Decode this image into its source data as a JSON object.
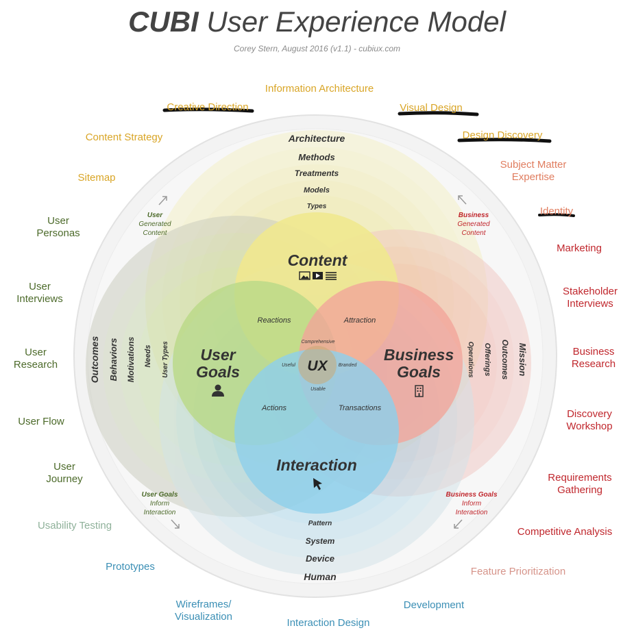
{
  "header": {
    "title_bold": "CUBI",
    "title_rest": "User Experience Model",
    "subtitle": "Corey Stern, August 2016  (v1.1)  - cubiux.com"
  },
  "colors": {
    "content": "#efe88f",
    "user": "#b9d987",
    "business": "#f2a49a",
    "interaction": "#8fd0ea",
    "content_label": "#d9a526",
    "business_label": "#c0272d",
    "user_label": "#4c6a2a",
    "interaction_label": "#3b8fb5"
  },
  "circles": {
    "content": "Content",
    "user_goals_1": "User",
    "user_goals_2": "Goals",
    "business_goals_1": "Business",
    "business_goals_2": "Goals",
    "interaction": "Interaction",
    "ux": "UX"
  },
  "overlaps": {
    "reactions": "Reactions",
    "attraction": "Attraction",
    "actions": "Actions",
    "transactions": "Transactions",
    "comprehensive": "Comprehensive",
    "useful": "Useful",
    "branded": "Branded",
    "usable": "Usable"
  },
  "content_layers": [
    "Architecture",
    "Methods",
    "Treatments",
    "Models",
    "Types"
  ],
  "interaction_layers": [
    "Pattern",
    "System",
    "Device",
    "Human"
  ],
  "user_layers": [
    "Outcomes",
    "Behaviors",
    "Motivations",
    "Needs",
    "User Types"
  ],
  "business_layers": [
    "Operations",
    "Offerings",
    "Outcomes",
    "Mission"
  ],
  "notes": {
    "ugc_1": "User",
    "ugc_2": "Generated",
    "ugc_3": "Content",
    "bgc_1": "Business",
    "bgc_2": "Generated",
    "bgc_3": "Content",
    "ugi_1": "User Goals",
    "ugi_2": "Inform",
    "ugi_3": "Interaction",
    "bgi_1": "Business Goals",
    "bgi_2": "Inform",
    "bgi_3": "Interaction"
  },
  "outer": {
    "information_architecture": "Information Architecture",
    "creative_direction": "Creative Direction",
    "visual_design": "Visual Design",
    "content_strategy": "Content Strategy",
    "design_discovery": "Design Discovery",
    "sitemap": "Sitemap",
    "sme_1": "Subject Matter",
    "sme_2": "Expertise",
    "identity": "Identity",
    "personas_1": "User",
    "personas_2": "Personas",
    "marketing": "Marketing",
    "interviews_1": "User",
    "interviews_2": "Interviews",
    "stakeholder_1": "Stakeholder",
    "stakeholder_2": "Interviews",
    "research_1": "User",
    "research_2": "Research",
    "biz_research_1": "Business",
    "biz_research_2": "Research",
    "user_flow": "User Flow",
    "discovery_1": "Discovery",
    "discovery_2": "Workshop",
    "journey_1": "User",
    "journey_2": "Journey",
    "requirements_1": "Requirements",
    "requirements_2": "Gathering",
    "usability_testing": "Usability Testing",
    "competitive_analysis": "Competitive Analysis",
    "prototypes": "Prototypes",
    "feature_prioritization": "Feature Prioritization",
    "wireframes_1": "Wireframes/",
    "wireframes_2": "Visualization",
    "development": "Development",
    "interaction_design": "Interaction Design"
  },
  "icons": {
    "content": "image-video-text-icons",
    "user": "person-icon",
    "business": "building-icon",
    "interaction": "cursor-icon"
  }
}
